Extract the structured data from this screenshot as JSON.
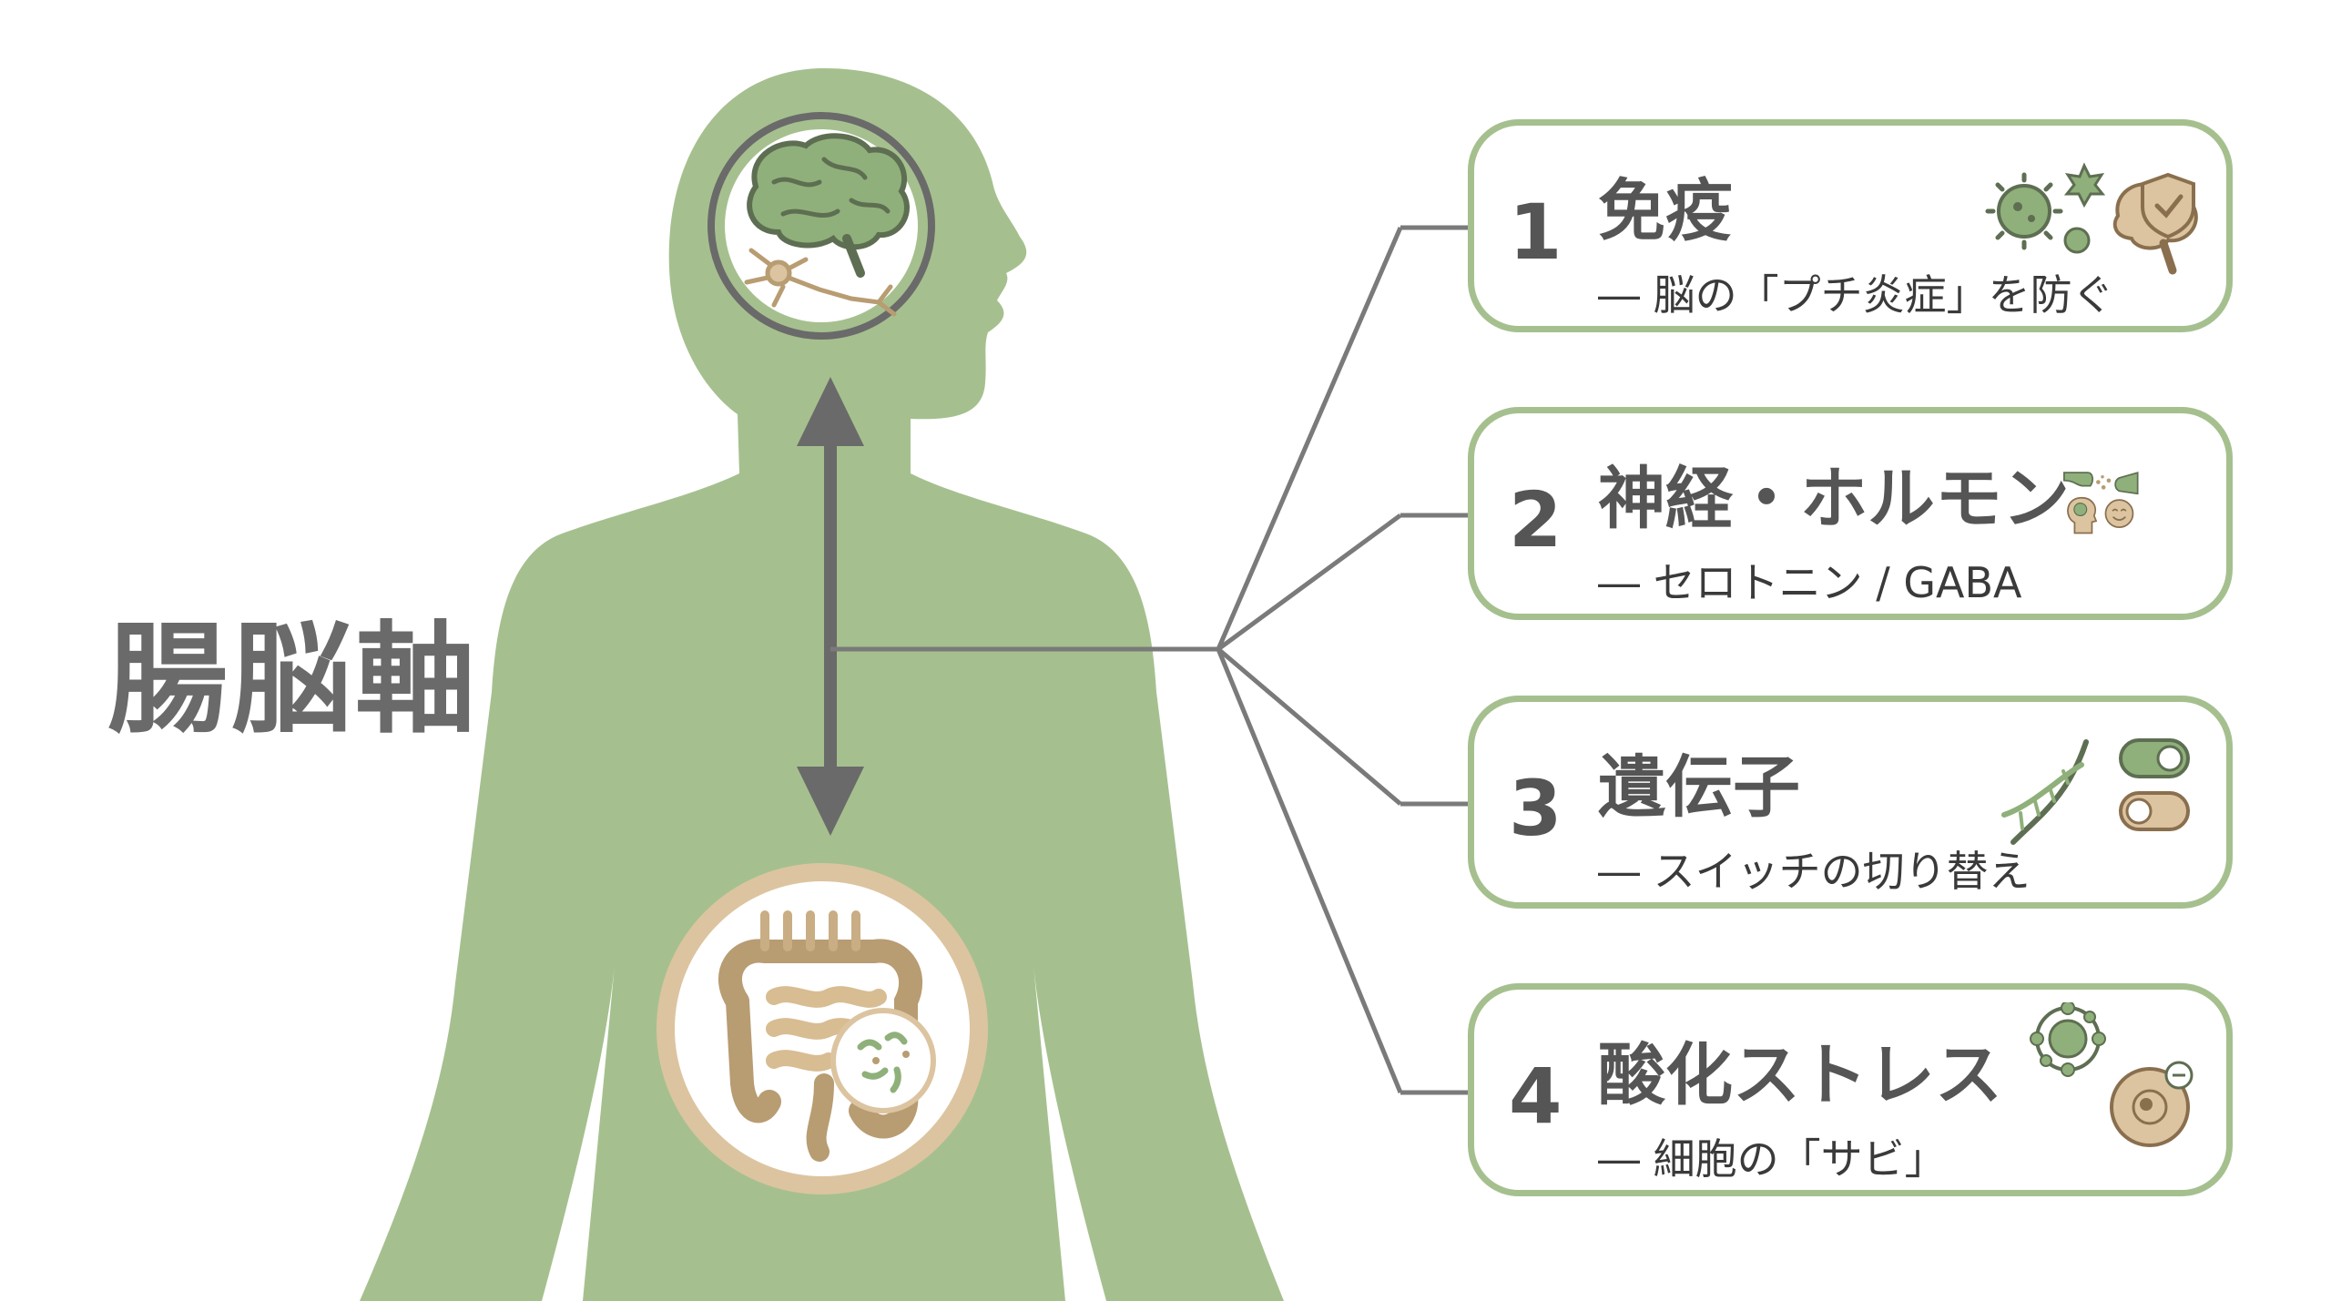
{
  "title": "腸脳軸",
  "colors": {
    "body": "#a5c08e",
    "card_border": "#a5c08e",
    "gut_tan": "#dcc4a0",
    "line_gray": "#7a7a7a",
    "text_dark": "#555555"
  },
  "factors": [
    {
      "number": "1",
      "title": "免疫",
      "subtitle": "― 脳の「プチ炎症」を防ぐ",
      "icons": [
        "virus-icon",
        "germ-icon",
        "shielded-brain-icon"
      ]
    },
    {
      "number": "2",
      "title": "神経・ホルモン",
      "subtitle": "― セロトニン / GABA",
      "icons": [
        "synapse-icon",
        "head-brain-icon",
        "smiley-icon"
      ]
    },
    {
      "number": "3",
      "title": "遺伝子",
      "subtitle": "― スイッチの切り替え",
      "icons": [
        "dna-icon",
        "toggle-switch-icon"
      ]
    },
    {
      "number": "4",
      "title": "酸化ストレス",
      "subtitle": "― 細胞の「サビ」",
      "icons": [
        "molecule-icon",
        "rusted-cell-icon"
      ]
    }
  ]
}
